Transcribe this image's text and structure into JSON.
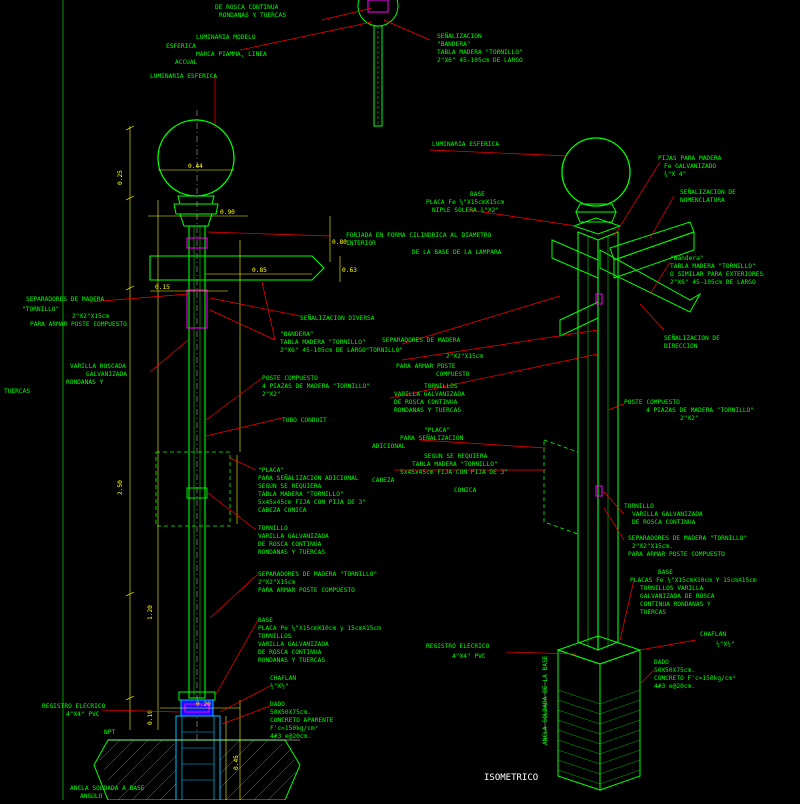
{
  "colors": {
    "background": "#000000",
    "annotation": "#00ff00",
    "leader": "#ff0000",
    "drawing": "#00ff00",
    "dimension": "#ffff00",
    "accent": "#ff00ff",
    "cyan": "#00c0ff"
  },
  "top_detail": {
    "rosca_label": "DE ROSCA CONTINUA",
    "rondanas_label": "RONDANAS Y TUERCAS",
    "luminaria_modelo": "LUMINARIA MODELO",
    "esferica_marca": "ESFERICA",
    "marca_line": "MARCA PIAMMA, LINEA",
    "accual": "ACCUAL",
    "luminaria_esferica": "LUMINARIA ESFERICA",
    "senal_bandera_1": "SEÑALIZACION",
    "senal_bandera_2": "\"BANDERA\"",
    "senal_bandera_3": "TABLA MADERA \"TORNILLO\"",
    "senal_bandera_4": "2\"X6\" 45-105cm DE LARGO"
  },
  "elevation": {
    "forjada_1": "FORJADA EN FORMA CILINDRICA AL DIAMETRO",
    "forjada_2": "INTERIOR",
    "forjada_3": "DE LA BASE DE LA LAMPARA",
    "separadores_1": "SEPARADORES DE MADERA",
    "separadores_2": "\"TORNILLO\"",
    "separadores_3": "2\"X2\"X15cm",
    "separadores_4": "PARA ARMAR POSTE COMPUESTO",
    "senal_diversa": "SEÑALIZACION DIVERSA",
    "bandera_1": "\"BANDERA\"",
    "bandera_2": "TABLA MADERA \"TORNILLO\"",
    "bandera_3": "2\"X6\" 45-105cm DE LARGO\"TORNILLO\"",
    "varilla_1": "VARILLA ROSCADA",
    "varilla_2": "GALVANIZADA",
    "varilla_3": "RONDANAS Y",
    "tuercas": "TUERCAS",
    "poste_1": "POSTE COMPUESTO",
    "poste_2": "4 PIAZAS DE MADERA \"TORNILLO\"",
    "poste_3": "2\"X2\"",
    "tubo": "TUBO CONDUIT",
    "placa_1": "\"PLACA\"",
    "placa_2": "PARA SEÑALIZACION ADICIONAL",
    "placa_3": "SEGUN SE REQUIERA",
    "placa_4": "TABLA MADERA \"TORNILLO\"",
    "placa_5": "5x45x45cm FIJA CON PIJA DE 3\"",
    "placa_6": "CABEZA CONICA",
    "tornillo_1": "TORNILLO",
    "tornillo_2": "VARILLA GALVANIZADA",
    "tornillo_3": "DE ROSCA CONTINUA",
    "tornillo_4": "RONDANAS Y TUERCAS",
    "sep2_1": "SEPARADORES DE MADERA \"TORNILLO\"",
    "sep2_2": "2\"X2\"X15cm",
    "sep2_3": "PARA ARMAR POSTE COMPUESTO",
    "base_1": "BASE",
    "base_2": "PLACA Pe ¼\"X15cmX10cm y 15cmX15cm",
    "base_3": "TORNILLOS",
    "base_4": "VARILLA GALVANIZADA",
    "base_5": "DE ROSCA CONTINUA",
    "base_6": "RONDANAS Y TUERCAS",
    "chaflan_1": "CHAFLAN",
    "chaflan_2": "½\"X½\"",
    "dado_1": "DADO",
    "dado_2": "50X50X75cm.",
    "dado_3": "CONCRETO APARENTE",
    "dado_4": "F'c=150kg/cm²",
    "dado_5": "4#3 e@20cm.",
    "registro_1": "REGISTRO ELECRICO",
    "registro_2": "4\"X4\" PVC",
    "npt": "NPT",
    "ancla_1": "ANCLA SOLDADA A BASE",
    "ancla_2": "ANGULO",
    "dims": {
      "d044": "0.44",
      "d090": "0.90",
      "d085": "0.85",
      "d015": "0.15",
      "d080": "0.80",
      "d063": "0.63",
      "d250": "2.50",
      "d120": "1.20",
      "d025": "0.25",
      "d010": "0.10",
      "d045": "0.45",
      "d020": "0.20"
    }
  },
  "isometric": {
    "luminaria": "LUMINARIA ESFERICA",
    "pijas_1": "PIJAS PARA MADERA",
    "pijas_2": "Fe GALVANIZADO",
    "pijas_3": "¾\"X 4\"",
    "base_1": "BASE",
    "base_2": "PLACA Fe ¼\"X15cmX15cm",
    "base_3": "NIPLE SOLERA ¾\"X2\"",
    "senal_nomen_1": "SEÑALIZACION DE",
    "senal_nomen_2": "NOMENCLATURA",
    "bandera_1": "\"Bandera\"",
    "bandera_2": "TABLA MADERA \"TORNILLO\"",
    "bandera_3": "O SIMILAR PARA EXTERIORES",
    "bandera_4": "2\"X6\" 45-105cm DE LARGO",
    "senal_dir_1": "SEÑALIZACION DE",
    "senal_dir_2": "DIRECCION",
    "sep_1": "SEPARADORES DE MADERA",
    "sep_2": "2\"X2\"X15cm",
    "sep_3": "PARA ARMAR POSTE",
    "sep_4": "COMPUESTO",
    "tornillos_1": "TORNILLOS",
    "tornillos_2": "VARILLA GALVANIZADA",
    "tornillos_3": "DE ROSCA CONTINUA",
    "tornillos_4": "RONDANAS Y TUERCAS",
    "poste_1": "POSTE COMPUESTO",
    "poste_2": "4 PIAZAS DE MADERA \"TORNILLO\"",
    "poste_3": "2\"X2\"",
    "placa_1": "\"PLACA\"",
    "placa_2": "PARA SEÑALIZACION",
    "placa_3": "ADICIONAL",
    "placa_4": "SEGUN SE REQUIERA",
    "placa_5": "TABLA MADERA \"TORNILLO\"",
    "placa_6": "5x45x45cm FIJA CON PIJA DE 3\"",
    "placa_7": "CABEZA",
    "placa_8": "CONICA",
    "tornillo_1": "TORNILLO",
    "tornillo_2": "VARILLA GALVANIZADA",
    "tornillo_3": "DE ROSCA CONTINUA",
    "tornillo_4": "SEPARADORES DE MADERA \"TORNILLO\"",
    "tornillo_5": "2\"X2\"X15cm.",
    "tornillo_6": "PARA ARMAR POSTE COMPUESTO",
    "base2_1": "BASE",
    "base2_2": "PLACAS Fe ¼\"X15cmX10cm Y 15cmX15cm",
    "base2_3": "TORNILLOS VARILLA",
    "base2_4": "GALVANIZADA DE ROSCA",
    "base2_5": "CONTINUA RONDANAS Y",
    "base2_6": "TUERCAS",
    "chaflan_1": "CHAFLAN",
    "chaflan_2": "½\"X½\"",
    "registro_1": "REGISTRO ELECRICO",
    "registro_2": "4\"X4\" PVC",
    "dado_1": "DADO",
    "dado_2": "50X50X75cm.",
    "dado_3": "CONCRETO F'c=150kg/cm²",
    "dado_4": "4#3 e@20cm.",
    "ancla": "ANCLA SOLDADA DE LA BASE",
    "title": "ISOMETRICO"
  }
}
